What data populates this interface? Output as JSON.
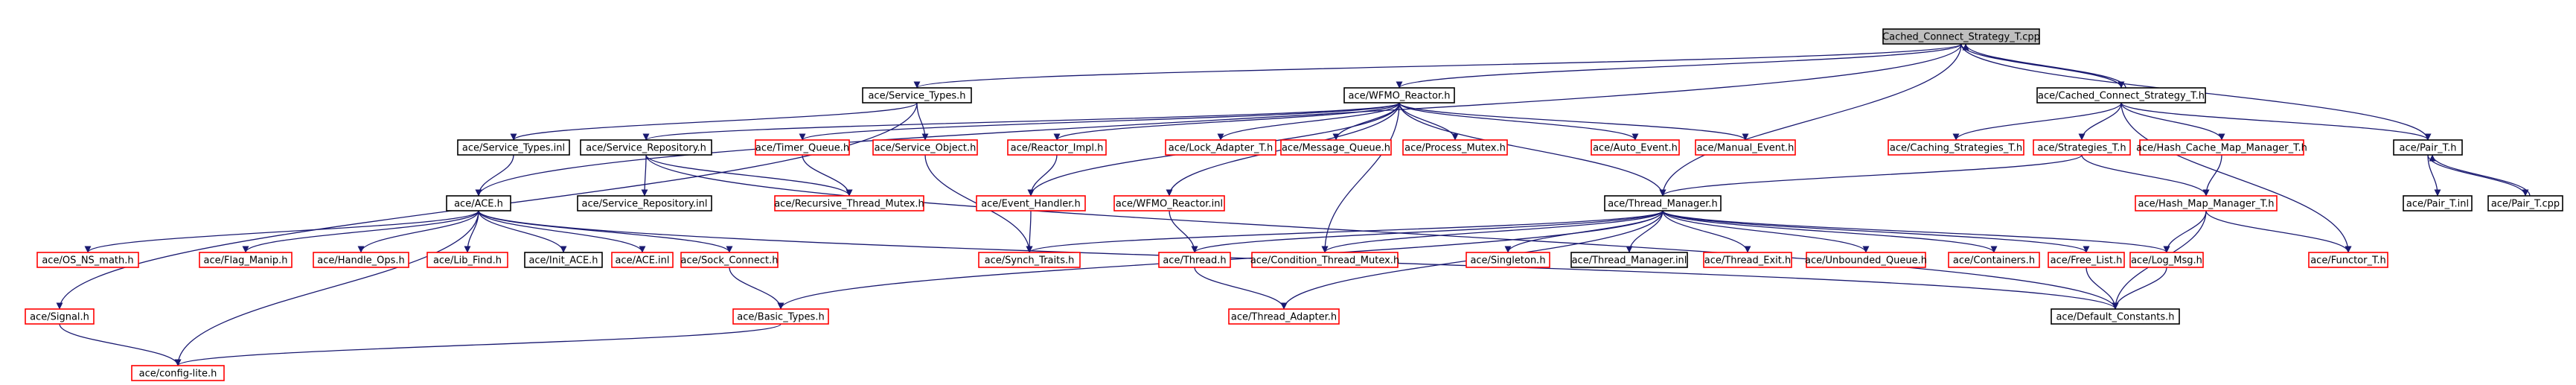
{
  "colors": {
    "edge": "#191970",
    "root_fill": "#bfbfbf",
    "root_border": "#000000",
    "documented_border": "#000000",
    "undocumented_border": "#ff0000",
    "node_fill": "#ffffff"
  },
  "nodes": [
    {
      "id": "root",
      "label": "Cached_Connect_Strategy_T.cpp",
      "kind": "root"
    },
    {
      "id": "svc_types_h",
      "label": "ace/Service_Types.h",
      "kind": "documented"
    },
    {
      "id": "wfmo_h",
      "label": "ace/WFMO_Reactor.h",
      "kind": "documented"
    },
    {
      "id": "ccs_h",
      "label": "ace/Cached_Connect_Strategy_T.h",
      "kind": "documented"
    },
    {
      "id": "pair_h",
      "label": "ace/Pair_T.h",
      "kind": "documented"
    },
    {
      "id": "svc_types_inl",
      "label": "ace/Service_Types.inl",
      "kind": "documented"
    },
    {
      "id": "svc_repo_h",
      "label": "ace/Service_Repository.h",
      "kind": "documented"
    },
    {
      "id": "timer_queue_h",
      "label": "ace/Timer_Queue.h",
      "kind": "undocumented"
    },
    {
      "id": "svc_object_h",
      "label": "ace/Service_Object.h",
      "kind": "undocumented"
    },
    {
      "id": "reactor_impl_h",
      "label": "ace/Reactor_Impl.h",
      "kind": "undocumented"
    },
    {
      "id": "lock_adapter_h",
      "label": "ace/Lock_Adapter_T.h",
      "kind": "undocumented"
    },
    {
      "id": "msg_queue_h",
      "label": "ace/Message_Queue.h",
      "kind": "undocumented"
    },
    {
      "id": "proc_mutex_h",
      "label": "ace/Process_Mutex.h",
      "kind": "undocumented"
    },
    {
      "id": "auto_event_h",
      "label": "ace/Auto_Event.h",
      "kind": "undocumented"
    },
    {
      "id": "manual_event_h",
      "label": "ace/Manual_Event.h",
      "kind": "undocumented"
    },
    {
      "id": "caching_strat_h",
      "label": "ace/Caching_Strategies_T.h",
      "kind": "undocumented"
    },
    {
      "id": "strategies_h",
      "label": "ace/Strategies_T.h",
      "kind": "undocumented"
    },
    {
      "id": "hash_cache_h",
      "label": "ace/Hash_Cache_Map_Manager_T.h",
      "kind": "undocumented"
    },
    {
      "id": "ace_h",
      "label": "ace/ACE.h",
      "kind": "documented"
    },
    {
      "id": "svc_repo_inl",
      "label": "ace/Service_Repository.inl",
      "kind": "documented"
    },
    {
      "id": "rec_thread_mutex_h",
      "label": "ace/Recursive_Thread_Mutex.h",
      "kind": "undocumented"
    },
    {
      "id": "event_handler_h",
      "label": "ace/Event_Handler.h",
      "kind": "undocumented"
    },
    {
      "id": "wfmo_inl",
      "label": "ace/WFMO_Reactor.inl",
      "kind": "undocumented"
    },
    {
      "id": "thread_mgr_h",
      "label": "ace/Thread_Manager.h",
      "kind": "documented"
    },
    {
      "id": "hash_map_h",
      "label": "ace/Hash_Map_Manager_T.h",
      "kind": "undocumented"
    },
    {
      "id": "pair_inl",
      "label": "ace/Pair_T.inl",
      "kind": "documented"
    },
    {
      "id": "pair_cpp",
      "label": "ace/Pair_T.cpp",
      "kind": "documented"
    },
    {
      "id": "os_ns_math_h",
      "label": "ace/OS_NS_math.h",
      "kind": "undocumented"
    },
    {
      "id": "flag_manip_h",
      "label": "ace/Flag_Manip.h",
      "kind": "undocumented"
    },
    {
      "id": "handle_ops_h",
      "label": "ace/Handle_Ops.h",
      "kind": "undocumented"
    },
    {
      "id": "lib_find_h",
      "label": "ace/Lib_Find.h",
      "kind": "undocumented"
    },
    {
      "id": "init_ace_h",
      "label": "ace/Init_ACE.h",
      "kind": "documented"
    },
    {
      "id": "ace_inl",
      "label": "ace/ACE.inl",
      "kind": "undocumented"
    },
    {
      "id": "sock_connect_h",
      "label": "ace/Sock_Connect.h",
      "kind": "undocumented"
    },
    {
      "id": "synch_traits_h",
      "label": "ace/Synch_Traits.h",
      "kind": "undocumented"
    },
    {
      "id": "thread_h",
      "label": "ace/Thread.h",
      "kind": "undocumented"
    },
    {
      "id": "cond_thread_mutex_h",
      "label": "ace/Condition_Thread_Mutex.h",
      "kind": "undocumented"
    },
    {
      "id": "singleton_h",
      "label": "ace/Singleton.h",
      "kind": "undocumented"
    },
    {
      "id": "thread_mgr_inl",
      "label": "ace/Thread_Manager.inl",
      "kind": "documented"
    },
    {
      "id": "thread_exit_h",
      "label": "ace/Thread_Exit.h",
      "kind": "undocumented"
    },
    {
      "id": "unbounded_queue_h",
      "label": "ace/Unbounded_Queue.h",
      "kind": "undocumented"
    },
    {
      "id": "containers_h",
      "label": "ace/Containers.h",
      "kind": "undocumented"
    },
    {
      "id": "free_list_h",
      "label": "ace/Free_List.h",
      "kind": "undocumented"
    },
    {
      "id": "log_msg_h",
      "label": "ace/Log_Msg.h",
      "kind": "undocumented"
    },
    {
      "id": "functor_h",
      "label": "ace/Functor_T.h",
      "kind": "undocumented"
    },
    {
      "id": "signal_h",
      "label": "ace/Signal.h",
      "kind": "undocumented"
    },
    {
      "id": "basic_types_h",
      "label": "ace/Basic_Types.h",
      "kind": "undocumented"
    },
    {
      "id": "thread_adapter_h",
      "label": "ace/Thread_Adapter.h",
      "kind": "undocumented"
    },
    {
      "id": "default_constants_h",
      "label": "ace/Default_Constants.h",
      "kind": "documented"
    },
    {
      "id": "config_lite_h",
      "label": "ace/config-lite.h",
      "kind": "undocumented"
    }
  ],
  "edges": [
    [
      "root",
      "svc_types_h"
    ],
    [
      "root",
      "wfmo_h"
    ],
    [
      "root",
      "ccs_h"
    ],
    [
      "root",
      "pair_h"
    ],
    [
      "ccs_h",
      "root"
    ],
    [
      "root",
      "ace_h"
    ],
    [
      "root",
      "thread_mgr_h"
    ],
    [
      "svc_types_h",
      "svc_types_inl"
    ],
    [
      "svc_types_h",
      "svc_object_h"
    ],
    [
      "svc_types_h",
      "signal_h"
    ],
    [
      "wfmo_h",
      "svc_repo_h"
    ],
    [
      "wfmo_h",
      "timer_queue_h"
    ],
    [
      "wfmo_h",
      "reactor_impl_h"
    ],
    [
      "wfmo_h",
      "lock_adapter_h"
    ],
    [
      "wfmo_h",
      "msg_queue_h"
    ],
    [
      "wfmo_h",
      "proc_mutex_h"
    ],
    [
      "wfmo_h",
      "auto_event_h"
    ],
    [
      "wfmo_h",
      "manual_event_h"
    ],
    [
      "wfmo_h",
      "wfmo_inl"
    ],
    [
      "wfmo_h",
      "thread_mgr_h"
    ],
    [
      "wfmo_h",
      "event_handler_h"
    ],
    [
      "wfmo_h",
      "cond_thread_mutex_h"
    ],
    [
      "ccs_h",
      "caching_strat_h"
    ],
    [
      "ccs_h",
      "strategies_h"
    ],
    [
      "ccs_h",
      "hash_cache_h"
    ],
    [
      "ccs_h",
      "pair_h"
    ],
    [
      "ccs_h",
      "functor_h"
    ],
    [
      "pair_h",
      "pair_inl"
    ],
    [
      "pair_h",
      "pair_cpp"
    ],
    [
      "pair_cpp",
      "pair_h"
    ],
    [
      "svc_types_inl",
      "ace_h"
    ],
    [
      "svc_repo_h",
      "svc_repo_inl"
    ],
    [
      "svc_repo_h",
      "rec_thread_mutex_h"
    ],
    [
      "svc_repo_h",
      "default_constants_h"
    ],
    [
      "timer_queue_h",
      "rec_thread_mutex_h"
    ],
    [
      "svc_object_h",
      "synch_traits_h"
    ],
    [
      "reactor_impl_h",
      "event_handler_h"
    ],
    [
      "event_handler_h",
      "synch_traits_h"
    ],
    [
      "wfmo_inl",
      "thread_h"
    ],
    [
      "strategies_h",
      "thread_mgr_h"
    ],
    [
      "strategies_h",
      "hash_map_h"
    ],
    [
      "hash_cache_h",
      "hash_map_h"
    ],
    [
      "hash_map_h",
      "log_msg_h"
    ],
    [
      "hash_map_h",
      "functor_h"
    ],
    [
      "hash_map_h",
      "default_constants_h"
    ],
    [
      "ace_h",
      "os_ns_math_h"
    ],
    [
      "ace_h",
      "flag_manip_h"
    ],
    [
      "ace_h",
      "handle_ops_h"
    ],
    [
      "ace_h",
      "lib_find_h"
    ],
    [
      "ace_h",
      "init_ace_h"
    ],
    [
      "ace_h",
      "ace_inl"
    ],
    [
      "ace_h",
      "sock_connect_h"
    ],
    [
      "ace_h",
      "config_lite_h"
    ],
    [
      "ace_h",
      "default_constants_h"
    ],
    [
      "sock_connect_h",
      "basic_types_h"
    ],
    [
      "basic_types_h",
      "config_lite_h"
    ],
    [
      "signal_h",
      "config_lite_h"
    ],
    [
      "thread_mgr_h",
      "synch_traits_h"
    ],
    [
      "thread_mgr_h",
      "thread_h"
    ],
    [
      "thread_mgr_h",
      "cond_thread_mutex_h"
    ],
    [
      "thread_mgr_h",
      "singleton_h"
    ],
    [
      "thread_mgr_h",
      "thread_mgr_inl"
    ],
    [
      "thread_mgr_h",
      "thread_exit_h"
    ],
    [
      "thread_mgr_h",
      "unbounded_queue_h"
    ],
    [
      "thread_mgr_h",
      "containers_h"
    ],
    [
      "thread_mgr_h",
      "free_list_h"
    ],
    [
      "thread_mgr_h",
      "log_msg_h"
    ],
    [
      "thread_mgr_h",
      "basic_types_h"
    ],
    [
      "thread_mgr_h",
      "thread_adapter_h"
    ],
    [
      "thread_h",
      "thread_adapter_h"
    ],
    [
      "free_list_h",
      "default_constants_h"
    ],
    [
      "log_msg_h",
      "default_constants_h"
    ]
  ]
}
